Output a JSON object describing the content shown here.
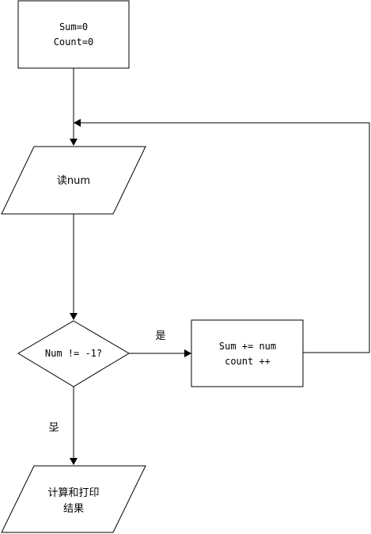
{
  "flowchart": {
    "init_box": {
      "lines": [
        "Sum=0",
        "Count=0"
      ]
    },
    "read_input": {
      "label": "读num"
    },
    "decision": {
      "label": "Num != -1?"
    },
    "yes_label": "是",
    "no_label": "否",
    "accumulate_box": {
      "lines": [
        "Sum += num",
        "count ++"
      ]
    },
    "output": {
      "lines": [
        "计算和打印",
        "结果"
      ]
    }
  }
}
